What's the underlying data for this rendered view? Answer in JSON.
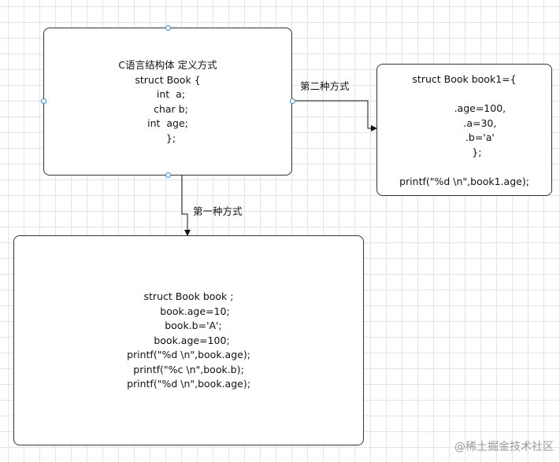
{
  "nodes": {
    "definition": {
      "lines": [
        "C语言结构体 定义方式",
        "struct Book {",
        "  int  a;",
        "  char b;",
        "int  age;",
        "  };"
      ]
    },
    "method_two": {
      "lines": [
        "struct Book book1={",
        "",
        "          .age=100,",
        "          .a=30,",
        "          .b='a'",
        "        };",
        "",
        "printf(\"%d \\n\",book1.age);"
      ]
    },
    "method_one": {
      "lines": [
        "struct Book book ;",
        "    book.age=10;",
        "   book.b='A';",
        "  book.age=100;",
        "printf(\"%d \\n\",book.age);",
        "printf(\"%c \\n\",book.b);",
        "printf(\"%d \\n\",book.age);"
      ]
    }
  },
  "edges": {
    "to_method_two": {
      "label": "第二种方式"
    },
    "to_method_one": {
      "label": "第一种方式"
    }
  },
  "watermark": "@稀土掘金技术社区",
  "colors": {
    "handle": "#2f8fd8",
    "border": "#333333",
    "grid": "#e4e4e4"
  }
}
